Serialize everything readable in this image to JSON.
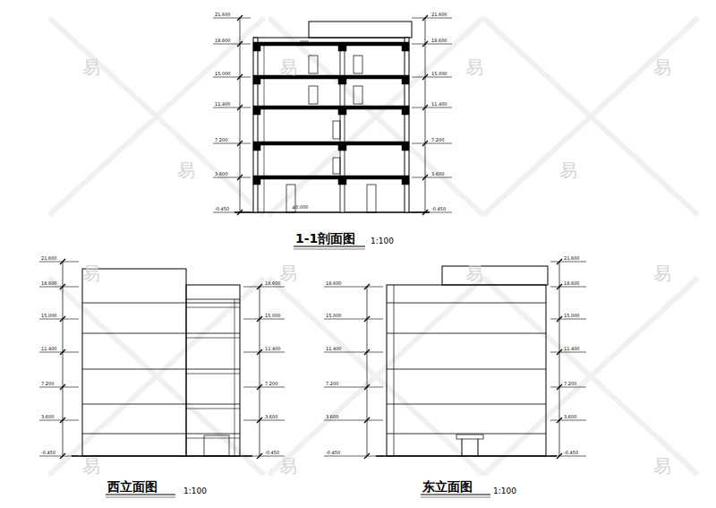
{
  "diagram": {
    "labels": [
      "21.600",
      "18.600",
      "15.000",
      "11.400",
      "7.200",
      "3.600",
      "-0.450",
      "21.600",
      "18.600",
      "15.000",
      "11.400",
      "7.200",
      "3.600",
      "-0.450",
      "±0.000",
      "1-1剖面图",
      "1:100",
      "21.600",
      "18.600",
      "15.000",
      "11.400",
      "7.200",
      "3.600",
      "-0.450",
      "18.600",
      "15.000",
      "11.400",
      "7.200",
      "3.600",
      "-0.450",
      "18.600",
      "15.000",
      "11.400",
      "7.200",
      "3.600",
      "-0.450",
      "21.600",
      "18.600",
      "15.000",
      "11.400",
      "7.200",
      "3.600",
      "-0.450",
      "西立面图",
      "1:100",
      "东立面图",
      "1:100",
      "易",
      "易",
      "易",
      "易",
      "易",
      "易",
      "易",
      "易",
      "易",
      "易",
      "易",
      "易",
      "易"
    ]
  }
}
